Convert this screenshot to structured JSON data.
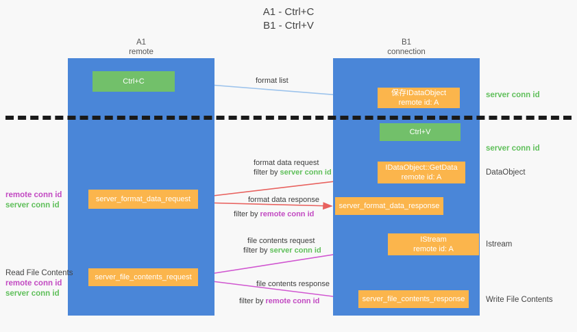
{
  "title": "A1 - Ctrl+C\nB1 - Ctrl+V",
  "columns": {
    "left": {
      "name": "A1",
      "role": "remote",
      "label": "A1\nremote"
    },
    "right": {
      "name": "B1",
      "role": "connection",
      "label": "B1\nconnection"
    }
  },
  "nodes": {
    "ctrl_c": "Ctrl+C",
    "save_idataobject": "保存IDataObject\nremote id: A",
    "ctrl_v": "Ctrl+V",
    "getdata": "IDataObject::GetData\nremote id: A",
    "server_format_data_request": "server_format_data_request",
    "server_format_data_response": "server_format_data_response",
    "istream": "IStream\nremote id: A",
    "server_file_contents_request": "server_file_contents_request",
    "server_file_contents_response": "server_file_contents_response"
  },
  "right_labels": {
    "server_conn_id_top": "server conn id",
    "server_conn_id_mid": "server conn id",
    "dataobject": "DataObject",
    "istream": "Istream",
    "write_file_contents": "Write File Contents"
  },
  "left_labels": {
    "format_remote": "remote conn id",
    "format_server": "server conn id",
    "read_file_contents": "Read File Contents",
    "file_remote": "remote conn id",
    "file_server": "server conn id"
  },
  "edges": {
    "format_list": "format list",
    "format_data_request": "format data request",
    "format_data_request_filter_prefix": "filter by ",
    "format_data_request_filter_value": "server conn id",
    "format_data_response": "format data response",
    "format_data_response_filter_prefix": "filter by ",
    "format_data_response_filter_value": "remote conn id",
    "file_contents_request": "file contents request",
    "file_contents_request_filter_prefix": "filter by ",
    "file_contents_request_filter_value": "server conn id",
    "file_contents_response": "file contents response",
    "file_contents_response_filter_prefix": "filter by ",
    "file_contents_response_filter_value": "remote conn id"
  },
  "colors": {
    "lane_blue": "#4a86d8",
    "node_green": "#72c06a",
    "node_orange": "#fbb54c",
    "arrow_lightblue": "#9cc3ec",
    "arrow_red": "#e8615e",
    "arrow_magenta": "#d055d0",
    "arrow_black": "#1a1a1a",
    "conn_green": "#5fbf5a",
    "conn_purple": "#c24ac2",
    "divider_black": "#1a1a1a",
    "background": "#f8f8f8"
  }
}
